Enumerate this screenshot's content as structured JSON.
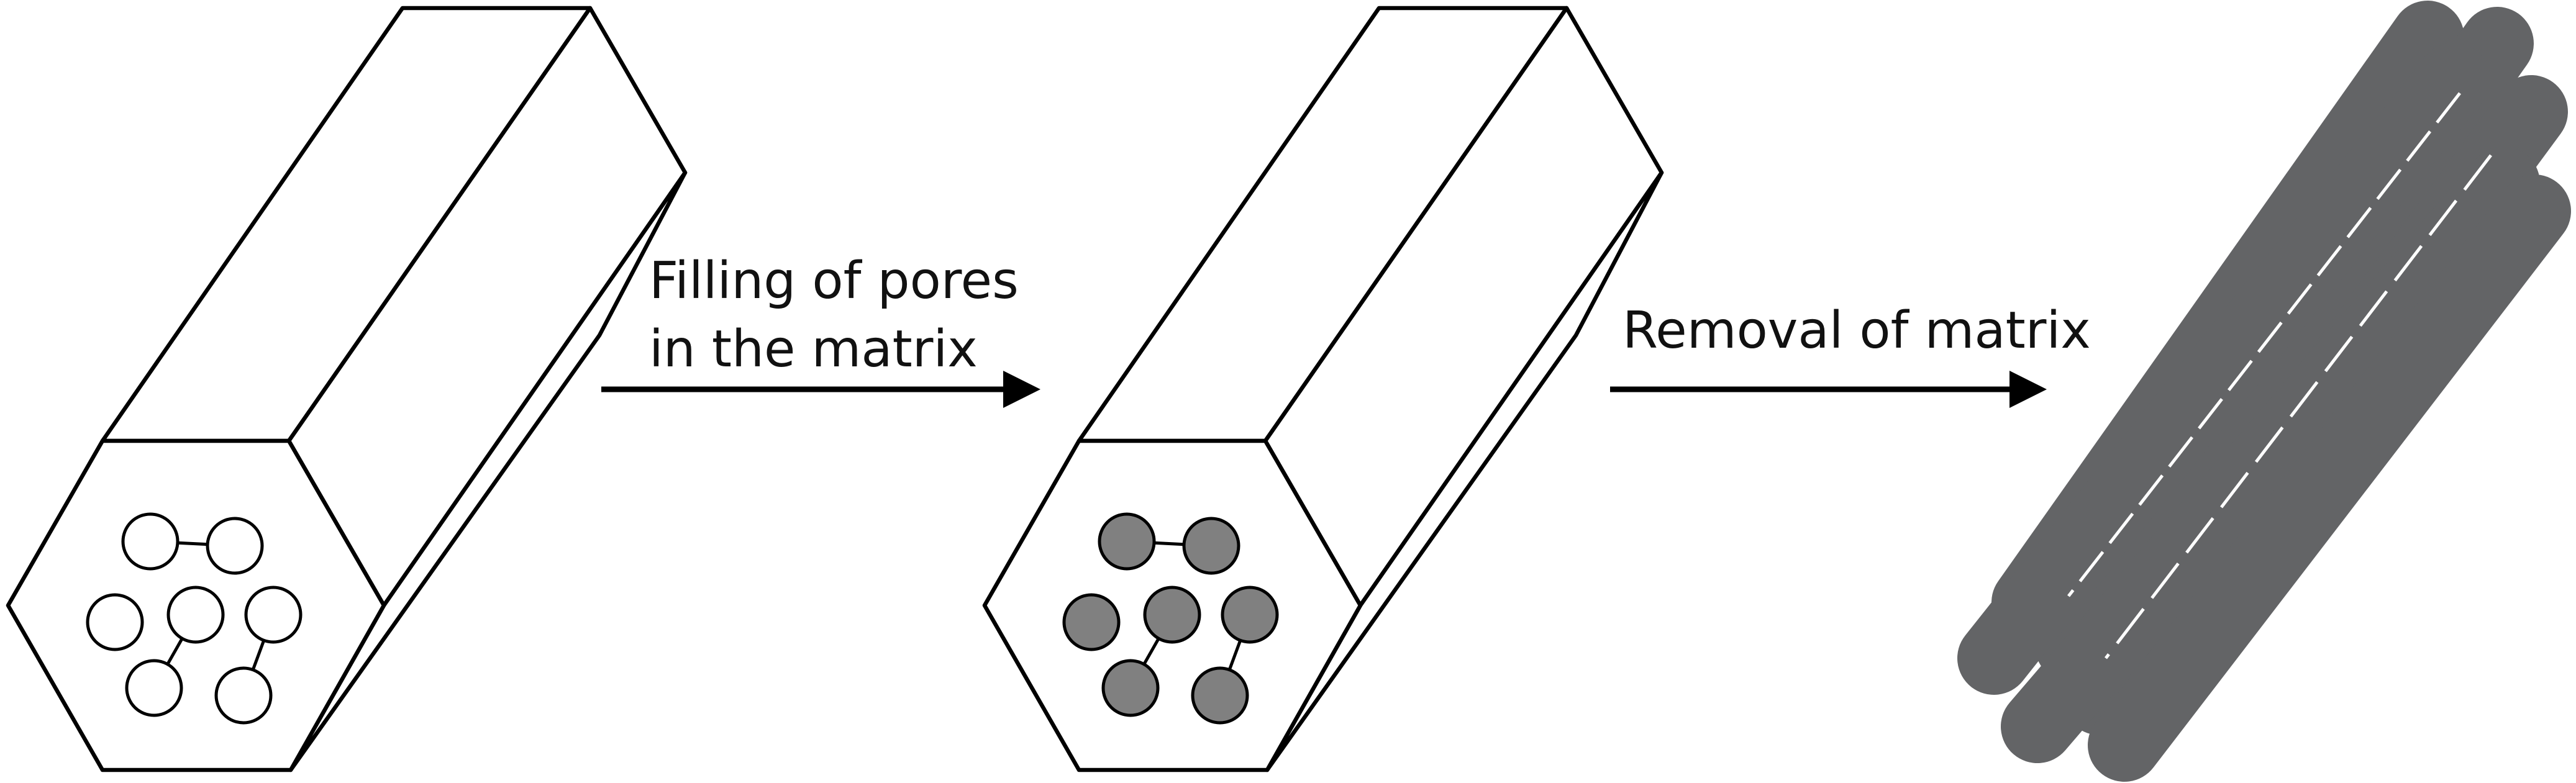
{
  "figure": {
    "step1_label_line1": "Filling of pores",
    "step1_label_line2": "in the matrix",
    "step2_label": "Removal of matrix"
  },
  "colors": {
    "pore_empty": "#ffffff",
    "pore_filled": "#808080",
    "rod": "#636466",
    "outline": "#000000",
    "background": "#ffffff"
  },
  "icons": {
    "arrow1": "right-arrow-icon",
    "arrow2": "right-arrow-icon"
  }
}
